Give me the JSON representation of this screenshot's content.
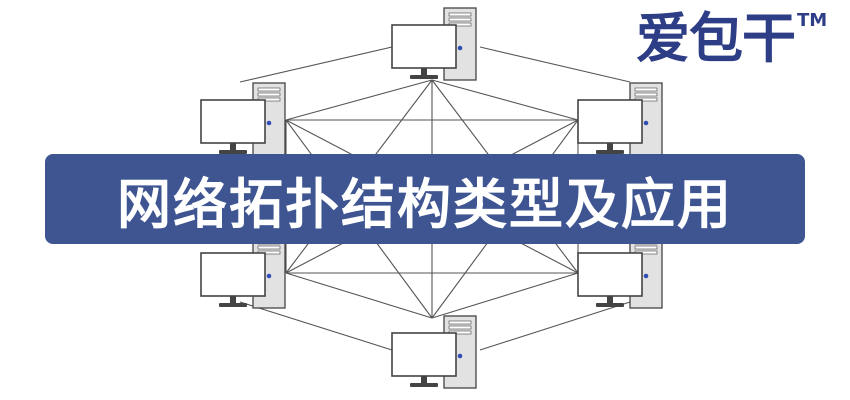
{
  "title": "网络拓扑结构类型及应用",
  "logo": {
    "text": "爱包干",
    "tm": "TM"
  },
  "colors": {
    "banner": "#3e5592",
    "banner_text": "#ffffff",
    "logo": "#2d3e86",
    "line": "#555555",
    "tower": "#e2e2e2",
    "tower_edge": "#444444",
    "tower_led": "#2f4fb5",
    "monitor": "#ffffff"
  },
  "icons": {
    "node": "desktop-computer-icon"
  }
}
